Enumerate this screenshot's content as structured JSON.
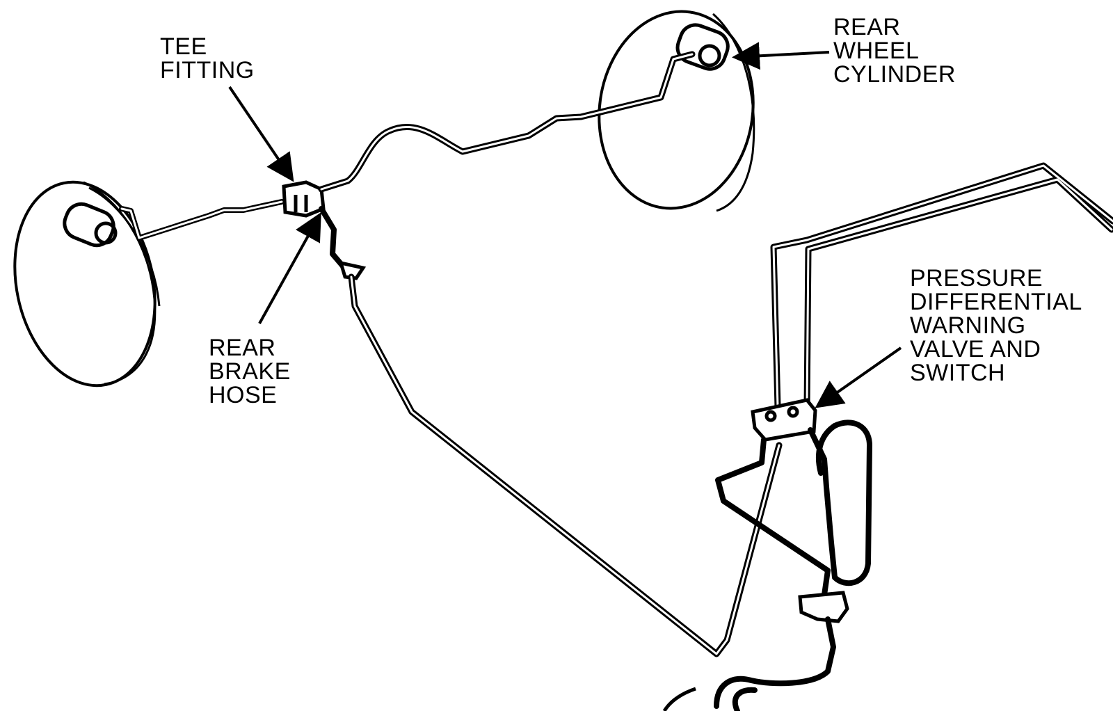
{
  "labels": {
    "tee_fitting": [
      "TEE",
      "FITTING"
    ],
    "rear_wheel_cylinder": [
      "REAR",
      "WHEEL",
      "CYLINDER"
    ],
    "rear_brake_hose": [
      "REAR",
      "BRAKE",
      "HOSE"
    ],
    "pressure_valve": [
      "PRESSURE",
      "DIFFERENTIAL",
      "WARNING",
      "VALVE AND",
      "SWITCH"
    ]
  },
  "colors": {
    "ink": "#000000",
    "background": "#ffffff"
  }
}
